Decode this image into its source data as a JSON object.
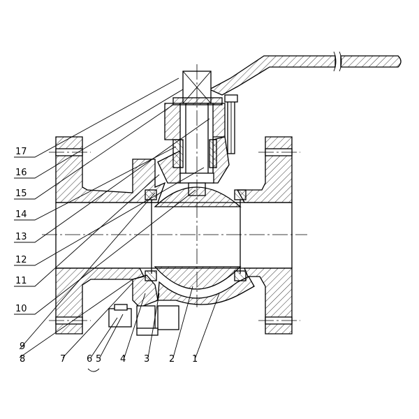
{
  "part_labels": [
    {
      "id": "17",
      "text": "17"
    },
    {
      "id": "16",
      "text": "16"
    },
    {
      "id": "15",
      "text": "15"
    },
    {
      "id": "14",
      "text": "14"
    },
    {
      "id": "13",
      "text": "13"
    },
    {
      "id": "12",
      "text": "12"
    },
    {
      "id": "11",
      "text": "11"
    },
    {
      "id": "10",
      "text": "10"
    },
    {
      "id": "9",
      "text": "9"
    },
    {
      "id": "8",
      "text": "8"
    },
    {
      "id": "7",
      "text": "7"
    },
    {
      "id": "6",
      "text": "6"
    },
    {
      "id": "5",
      "text": "5"
    },
    {
      "id": "4",
      "text": "4"
    },
    {
      "id": "3",
      "text": "3"
    },
    {
      "id": "2",
      "text": "2"
    },
    {
      "id": "1",
      "text": "1"
    }
  ]
}
